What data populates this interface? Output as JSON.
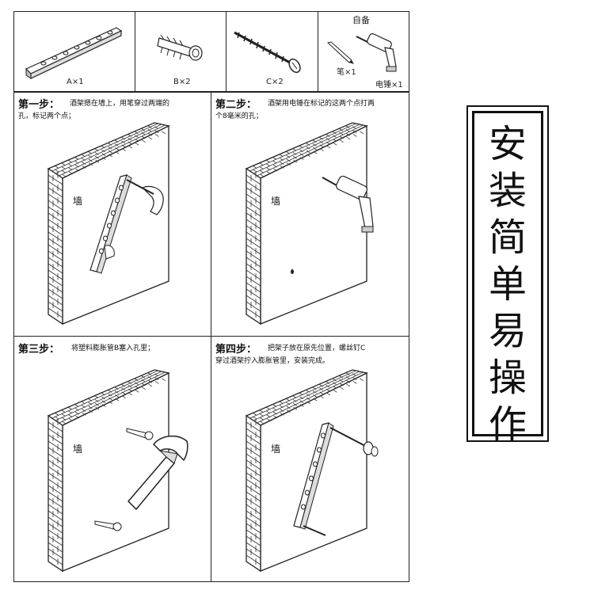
{
  "parts": {
    "a_label": "A×1",
    "b_label": "B×2",
    "c_label": "C×2",
    "self_title": "自备",
    "pen_label": "笔×1",
    "drill_label": "电锤×1"
  },
  "steps": [
    {
      "title": "第一步：",
      "line1": "酒架摁在墙上，用笔穿过两端的",
      "line2": "孔，标记两个点；",
      "wall_label": "墙"
    },
    {
      "title": "第二步：",
      "line1": "酒架用电锤在标记的这两个点打两",
      "line2": "个8毫米的孔；",
      "wall_label": "墙"
    },
    {
      "title": "第三步：",
      "line1": "将塑料膨胀管B塞入孔里；",
      "line2": "",
      "wall_label": "墙"
    },
    {
      "title": "第四步：",
      "line1": "把架子放在原先位置，螺丝钉C",
      "line2": "穿过酒架拧入膨胀管里，安装完成。",
      "wall_label": "墙"
    }
  ],
  "banner": {
    "chars": [
      "安",
      "装",
      "简",
      "单",
      "易",
      "操",
      "作"
    ]
  }
}
